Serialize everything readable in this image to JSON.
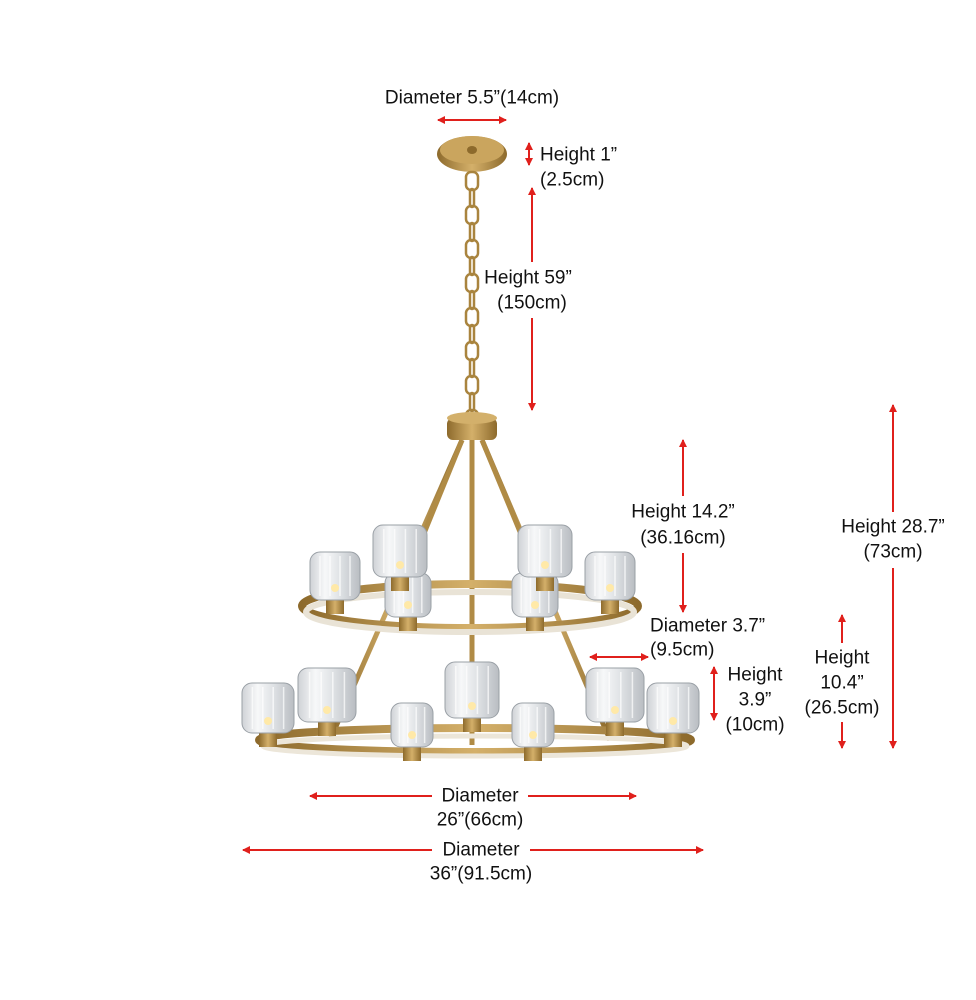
{
  "dimensions": {
    "canopy_diameter": "Diameter 5.5”(14cm)",
    "canopy_height": {
      "line1": "Height 1”",
      "line2": "(2.5cm)"
    },
    "chain_height": {
      "line1": "Height 59”",
      "line2": "(150cm)"
    },
    "upper_tier_height": {
      "line1": "Height 14.2”",
      "line2": "(36.16cm)"
    },
    "shade_diameter": {
      "line1": "Diameter 3.7”",
      "line2": "(9.5cm)"
    },
    "shade_height": {
      "line1": "Height",
      "line2": "3.9”",
      "line3": "(10cm)"
    },
    "lower_tier_height": {
      "line1": "Height",
      "line2": "10.4”",
      "line3": "(26.5cm)"
    },
    "total_height": {
      "line1": "Height 28.7”",
      "line2": "(73cm)"
    },
    "upper_ring_diameter": {
      "line1": "Diameter",
      "line2": "26”(66cm)"
    },
    "lower_ring_diameter": {
      "line1": "Diameter",
      "line2": "36”(91.5cm)"
    }
  },
  "colors": {
    "arrow": "#e0201c",
    "brass": "#b8924a",
    "text": "#111111"
  }
}
